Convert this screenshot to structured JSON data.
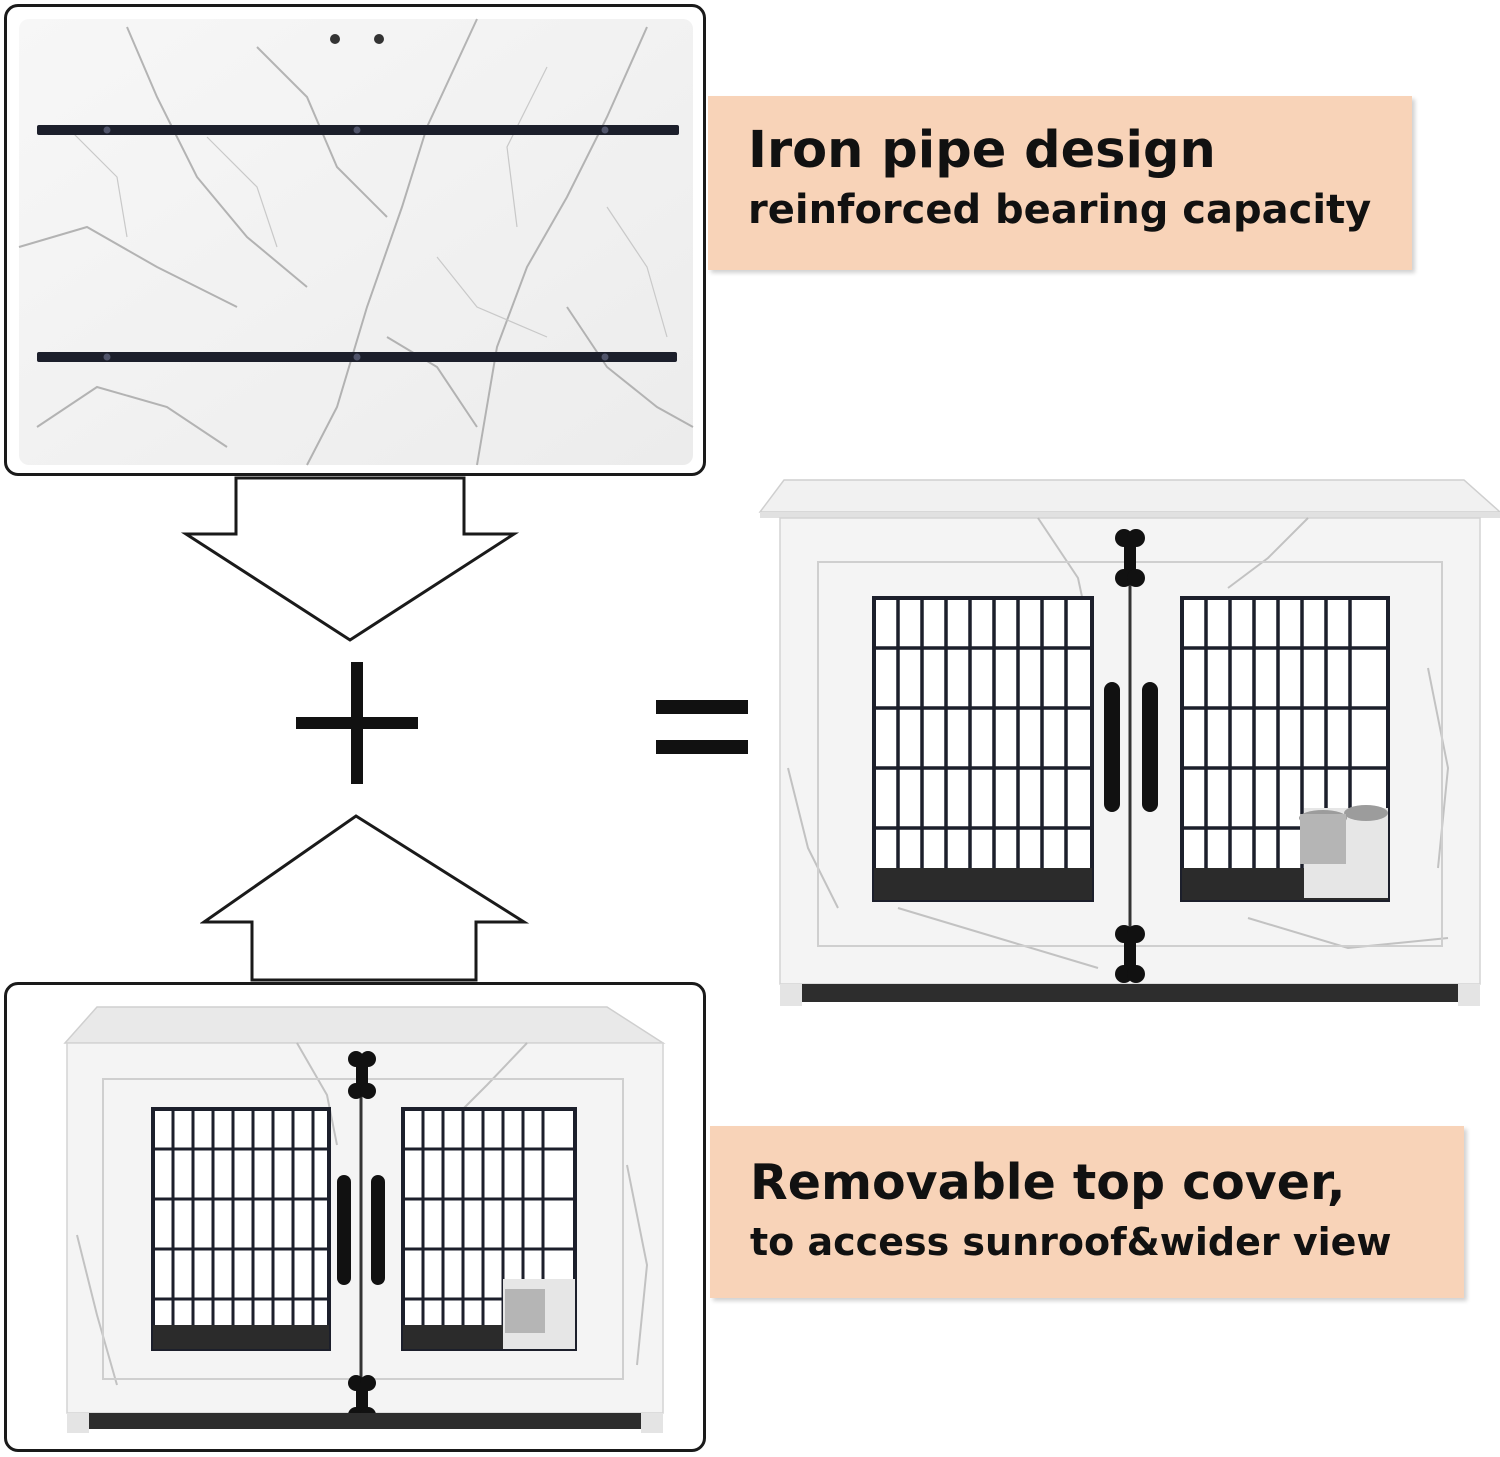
{
  "callouts": {
    "top": {
      "line1": "Iron pipe design",
      "line2": "reinforced bearing capacity"
    },
    "bottom": {
      "line1": "Removable top cover,",
      "line2": "to access sunroof&wider view"
    }
  },
  "symbols": {
    "plus": "+",
    "equals": "="
  },
  "colors": {
    "callout_bg": "#f8d3b8",
    "outline": "#1a1a1a",
    "marble": "#f3f3f3",
    "iron": "#1c1f2b"
  }
}
